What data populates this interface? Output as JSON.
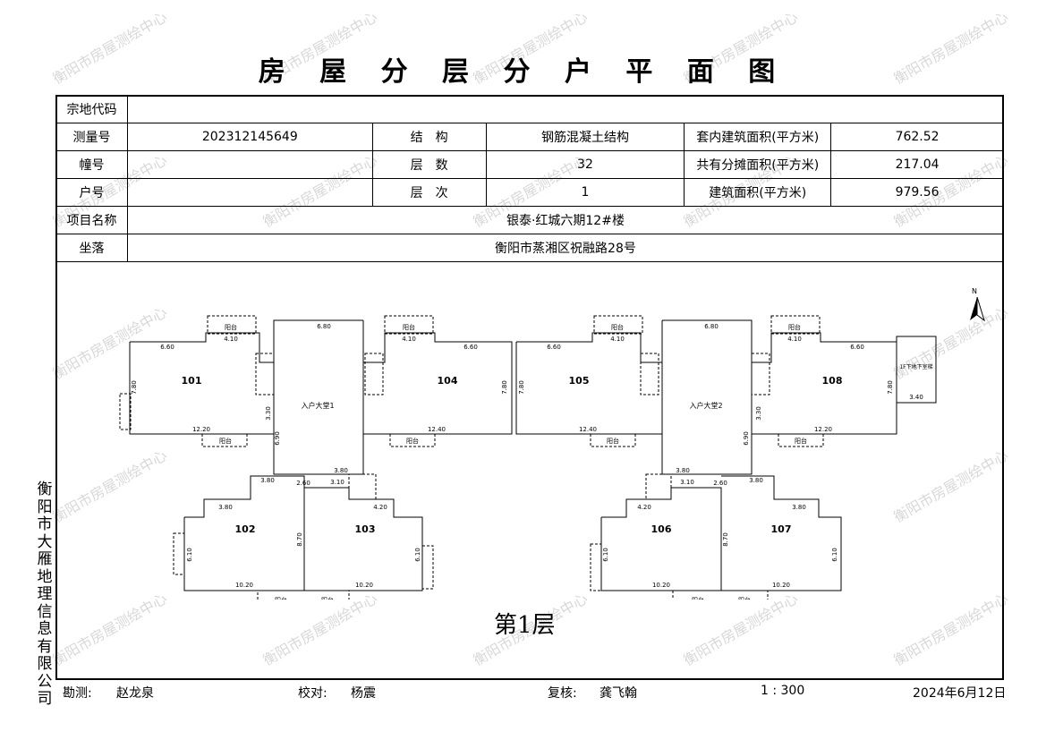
{
  "title": "房 屋 分 层 分 户 平 面 图",
  "watermark": "衡阳市房屋测绘中心",
  "labels": {
    "parcel_code": "宗地代码",
    "survey_no": "测量号",
    "structure": "结　构",
    "inner_area": "套内建筑面积(平方米)",
    "building_no": "幢号",
    "floors": "层　数",
    "shared_area": "共有分摊面积(平方米)",
    "unit_no": "户号",
    "floor_level": "层　次",
    "building_area": "建筑面积(平方米)",
    "project_name": "项目名称",
    "location": "坐落"
  },
  "values": {
    "parcel_code": "",
    "survey_no": "202312145649",
    "structure": "钢筋混凝土结构",
    "inner_area": "762.52",
    "building_no": "",
    "floors": "32",
    "shared_area": "217.04",
    "unit_no": "",
    "floor_level": "1",
    "building_area": "979.56",
    "project_name": "银泰·红城六期12#楼",
    "location": "衡阳市蒸湘区祝融路28号"
  },
  "side_text": "衡阳市大雁地理信息有限公司",
  "floor_label": "第1层",
  "north": "N",
  "plan": {
    "units": [
      "101",
      "104",
      "105",
      "108",
      "102",
      "103",
      "106",
      "107"
    ],
    "lobby1": "入户大堂1",
    "lobby2": "入户大堂2",
    "balcony": "阳台",
    "basement": "1F下地下室梯",
    "dims": {
      "d660": "6.60",
      "d410": "4.10",
      "d680": "6.80",
      "d1220": "12.20",
      "d1240": "12.40",
      "d780": "7.80",
      "d1020": "10.20",
      "d380": "3.80",
      "d310": "3.10",
      "d260": "2.60",
      "d420": "4.20",
      "d340": "3.40",
      "d870": "8.70",
      "d610": "6.10",
      "d690": "6.90",
      "d330": "3.30"
    }
  },
  "footer": {
    "survey_label": "勘测:",
    "surveyor": "赵龙泉",
    "check_label": "校对:",
    "checker": "杨震",
    "review_label": "复核:",
    "reviewer": "龚飞翰",
    "scale": "1 : 300",
    "date": "2024年6月12日"
  }
}
